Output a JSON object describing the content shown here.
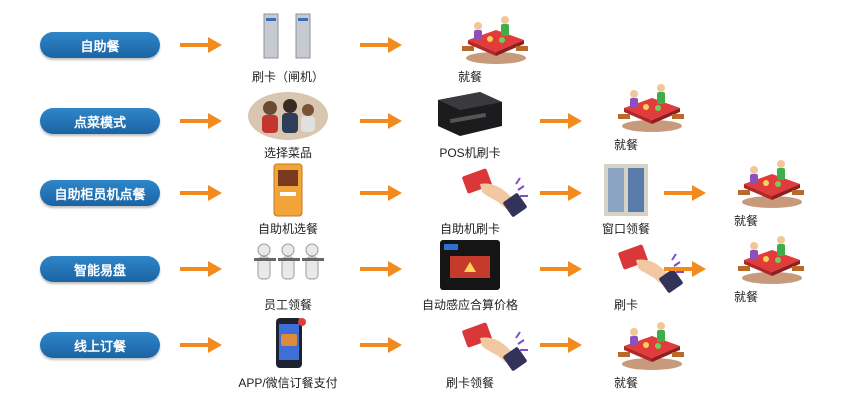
{
  "rows": [
    {
      "label": "自助餐",
      "captions": [
        "刷卡（闸机）",
        "就餐"
      ]
    },
    {
      "label": "点菜模式",
      "captions": [
        "选择菜品",
        "POS机刷卡",
        "就餐"
      ]
    },
    {
      "label": "自助柜员机点餐",
      "captions": [
        "自助机选餐",
        "自助机刷卡",
        "窗口领餐",
        "就餐"
      ]
    },
    {
      "label": "智能易盘",
      "captions": [
        "员工领餐",
        "自动感应合算价格",
        "刷卡",
        "就餐"
      ]
    },
    {
      "label": "线上订餐",
      "captions": [
        "APP/微信订餐支付",
        "刷卡领餐",
        "就餐"
      ]
    }
  ],
  "icons": [
    "turnstile-icon",
    "dining-table-icon",
    "diners-photo-icon",
    "pos-terminal-icon",
    "kiosk-icon",
    "card-swipe-icon",
    "pickup-window-icon",
    "figures-carrying-trays-icon",
    "smart-tray-reader-icon",
    "phone-app-icon"
  ],
  "colors": {
    "pill": "#1f6fb0",
    "arrow": "#f28a1e"
  }
}
